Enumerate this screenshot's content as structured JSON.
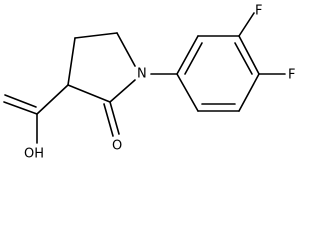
{
  "molecule": {
    "atoms": {
      "n1": "N",
      "f3": "F",
      "f4": "F",
      "oh": "OH",
      "o_acid": "O",
      "o_ketone": "O"
    }
  },
  "colors": {
    "bond": "#000000",
    "label": "#000000",
    "background": "#ffffff"
  }
}
